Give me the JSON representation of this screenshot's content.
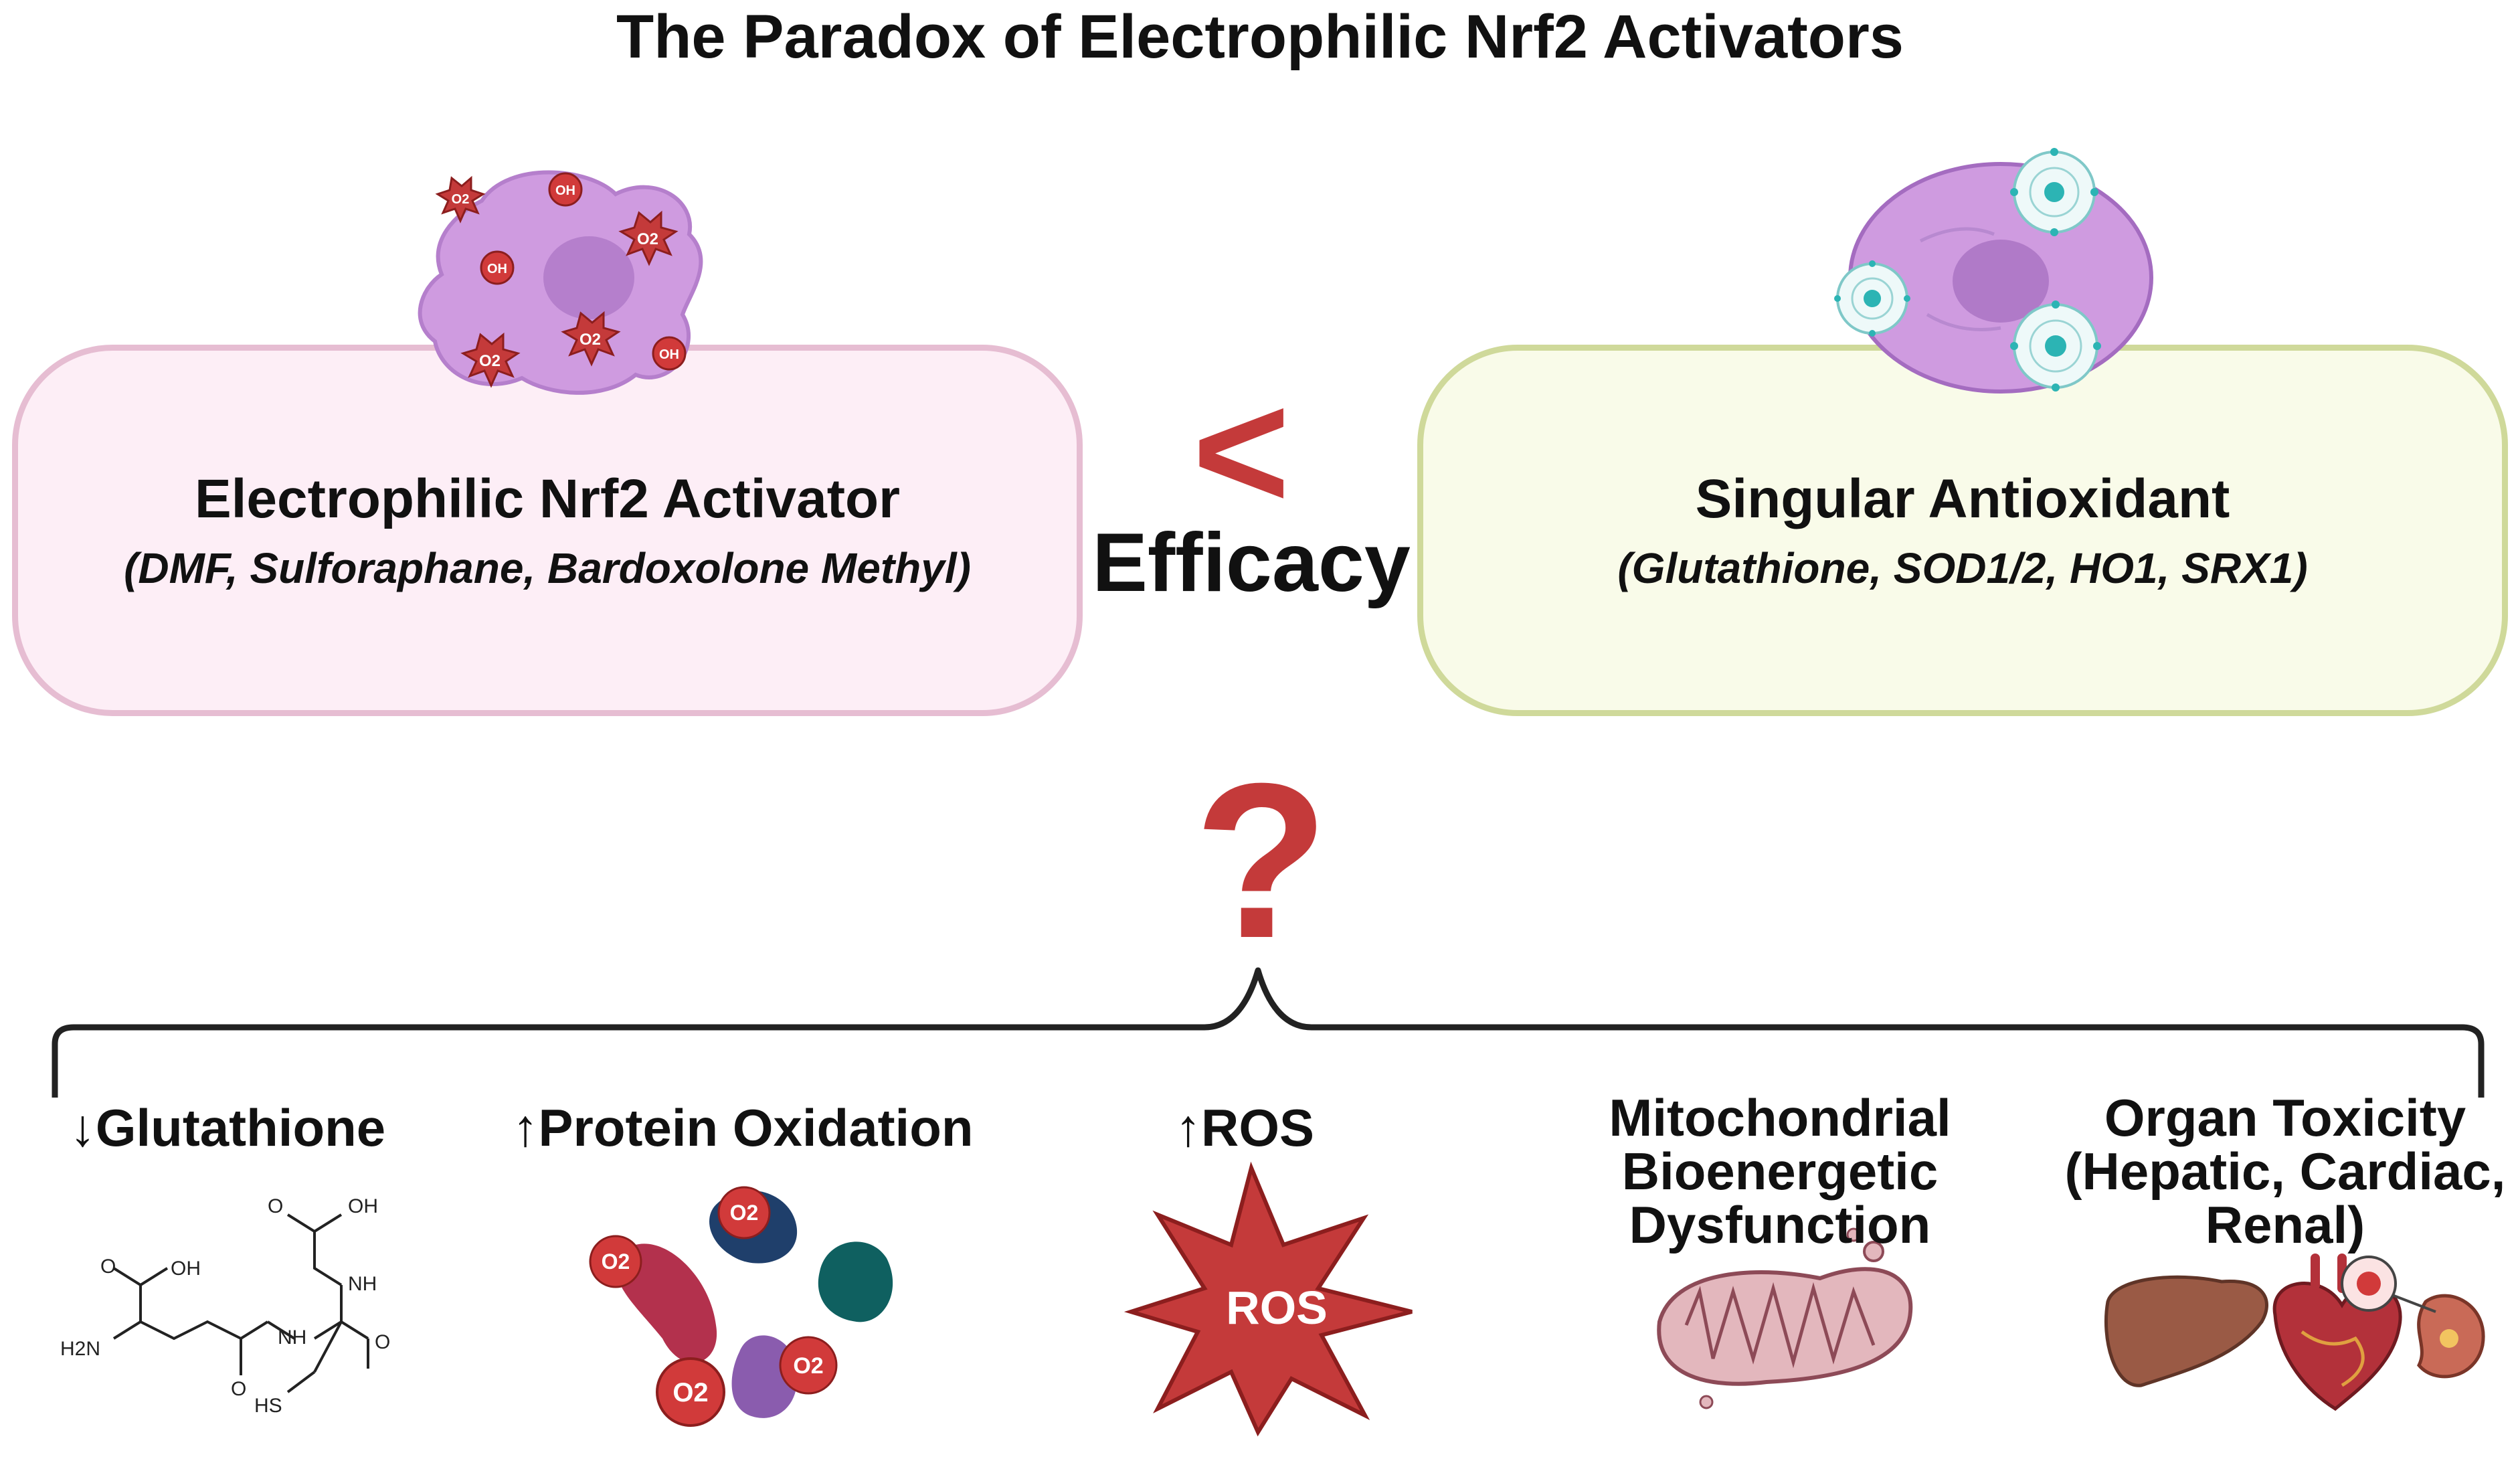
{
  "title": "The Paradox of Electrophilic Nrf2 Activators",
  "left_box": {
    "title": "Electrophilic Nrf2 Activator",
    "subtitle": "(DMF, Sulforaphane, Bardoxolone Methyl)"
  },
  "right_box": {
    "title": "Singular Antioxidant",
    "subtitle": "(Glutathione, SOD1/2, HO1, SRX1)"
  },
  "comparison": {
    "symbol": "<",
    "label": "Efficacy"
  },
  "question_mark": "?",
  "outcomes": [
    {
      "label": "↓Glutathione"
    },
    {
      "label": "↑Protein Oxidation"
    },
    {
      "label": "↑ROS"
    },
    {
      "label": "Mitochondrial Bioenergetic Dysfunction",
      "lines": [
        "Mitochondrial",
        "Bioenergetic",
        "Dysfunction"
      ]
    },
    {
      "label": "Organ Toxicity (Hepatic, Cardiac, Renal)",
      "lines": [
        "Organ Toxicity",
        "(Hepatic, Cardiac,",
        "Renal)"
      ]
    }
  ],
  "radical_labels": {
    "superoxide": "O2",
    "hydroxyl": "OH",
    "ros_star": "ROS"
  },
  "glutathione_atoms": [
    "OH",
    "O",
    "OH",
    "O",
    "NH",
    "H2N",
    "NH",
    "O",
    "O",
    "HS"
  ],
  "colors": {
    "left_fill": "#fdeef6",
    "left_border": "#e6bdd2",
    "right_fill": "#f9fbe9",
    "right_border": "#cfd99a",
    "accent_red": "#c43a3a",
    "cell_purple": "#cf9be0",
    "bracket": "#222222"
  }
}
